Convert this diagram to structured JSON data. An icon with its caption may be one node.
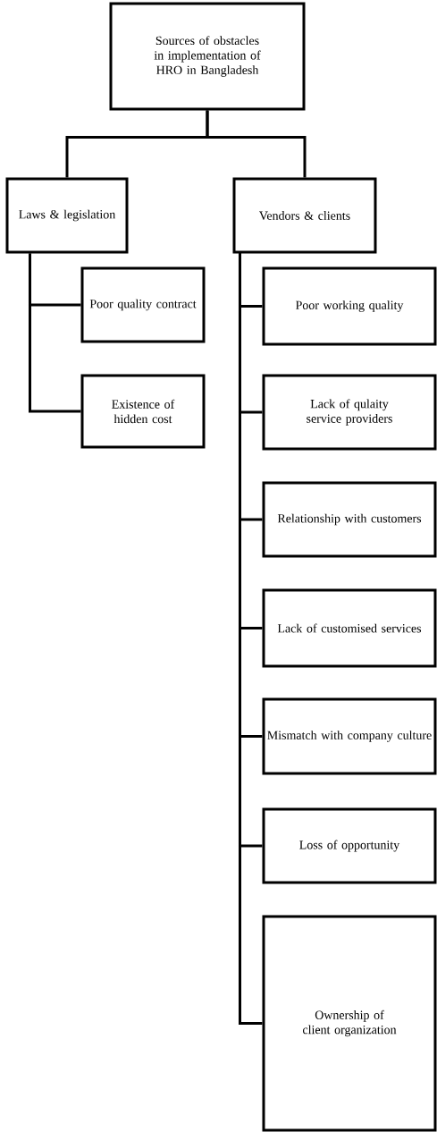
{
  "diagram": {
    "nodes": [
      {
        "text": [
          "Sources of obstacles in implementation of HRO in Bangladesh"
        ]
      },
      {
        "text": [
          "Laws & legislation"
        ]
      },
      {
        "text": [
          "Vendors & clients"
        ]
      },
      {
        "text": [
          "Poor quality contract"
        ]
      },
      {
        "text": [
          "Existence of hidden cost"
        ]
      },
      {
        "text": [
          "Poor working quality"
        ]
      },
      {
        "text": [
          "Lack of qulaity service providers"
        ]
      },
      {
        "text": [
          "Relationship with customers"
        ]
      },
      {
        "text": [
          "Lack of customised services"
        ]
      },
      {
        "text": [
          "Mismatch with company culture"
        ]
      },
      {
        "text": [
          "Loss of opportunity"
        ]
      },
      {
        "text": [
          "Ownership of client organization"
        ]
      }
    ],
    "edges": [
      {
        "from": 0,
        "to": 1,
        "arrow": "none"
      },
      {
        "from": 0,
        "to": 2,
        "arrow": "none"
      },
      {
        "from": 1,
        "to": 3,
        "arrow": "none"
      },
      {
        "from": 1,
        "to": 4,
        "arrow": "none"
      },
      {
        "from": 2,
        "to": 5,
        "arrow": "none"
      },
      {
        "from": 2,
        "to": 6,
        "arrow": "none"
      },
      {
        "from": 2,
        "to": 7,
        "arrow": "none"
      },
      {
        "from": 2,
        "to": 8,
        "arrow": "none"
      },
      {
        "from": 2,
        "to": 9,
        "arrow": "none"
      },
      {
        "from": 2,
        "to": 10,
        "arrow": "none"
      },
      {
        "from": 2,
        "to": 11,
        "arrow": "none"
      }
    ]
  }
}
